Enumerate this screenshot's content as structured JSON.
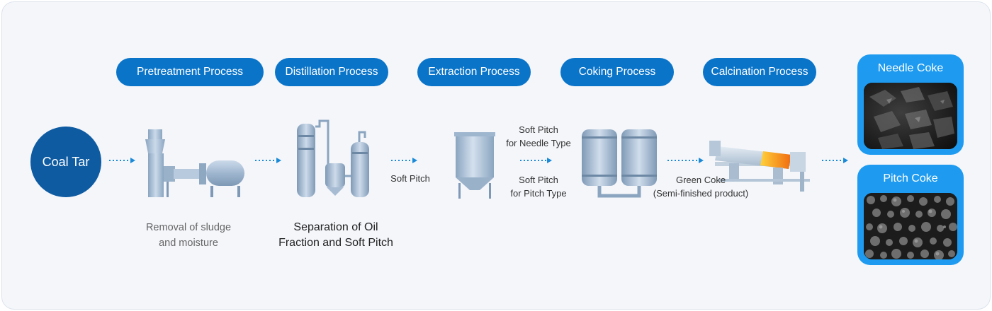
{
  "processes": [
    {
      "label": "Pretreatment Process"
    },
    {
      "label": "Distillation Process"
    },
    {
      "label": "Extraction Process"
    },
    {
      "label": "Coking Process"
    },
    {
      "label": "Calcination Process"
    }
  ],
  "start": {
    "label": "Coal Tar"
  },
  "notes": {
    "pretreatment": [
      "Removal of sludge",
      "and moisture"
    ],
    "distillation": [
      "Separation of Oil",
      "Fraction and Soft Pitch"
    ],
    "soft_pitch": "Soft Pitch",
    "needle_type": [
      "Soft Pitch",
      "for Needle Type"
    ],
    "pitch_type": [
      "Soft Pitch",
      "for Pitch Type"
    ],
    "green_coke": [
      "Green Coke",
      "(Semi-finished product)"
    ]
  },
  "products": [
    {
      "label": "Needle Coke",
      "texture": "flaky"
    },
    {
      "label": "Pitch Coke",
      "texture": "granular"
    }
  ],
  "colors": {
    "pill": "#0a74c9",
    "circle": "#0e5ba2",
    "card": "#1e9bf0",
    "arrow": "#1a8ad8",
    "equipment": "#a9bfd6"
  }
}
